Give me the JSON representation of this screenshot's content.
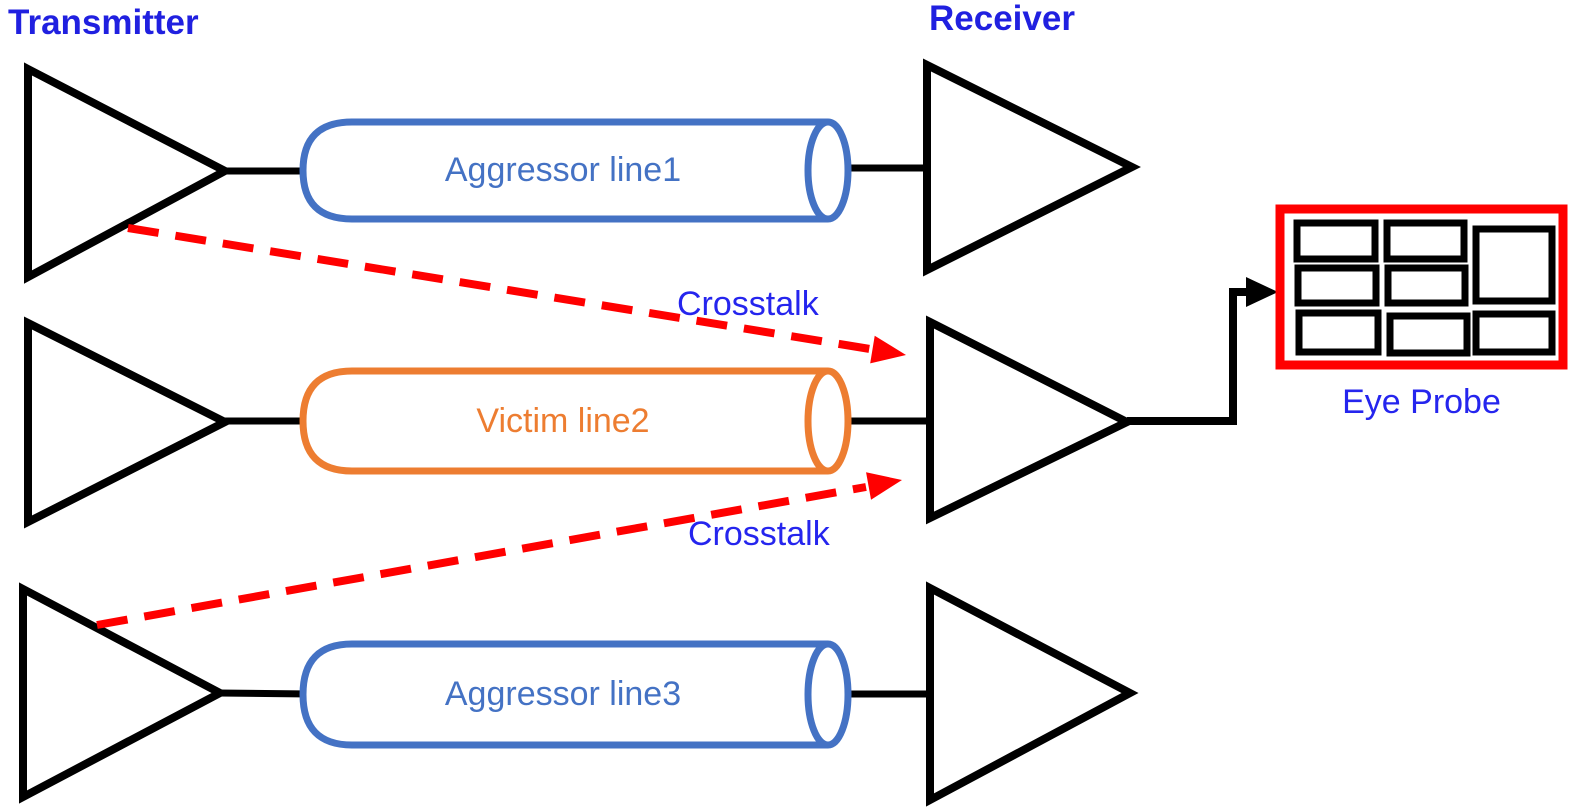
{
  "diagram": {
    "transmitter_label": "Transmitter",
    "receiver_label": "Receiver",
    "crosstalk_top_label": "Crosstalk",
    "crosstalk_bottom_label": "Crosstalk",
    "eye_probe_label": "Eye Probe",
    "lines": [
      {
        "label": "Aggressor line1",
        "role": "aggressor",
        "color": "#4472C4"
      },
      {
        "label": "Victim line2",
        "role": "victim",
        "color": "#ED7D31"
      },
      {
        "label": "Aggressor line3",
        "role": "aggressor",
        "color": "#4472C4"
      }
    ],
    "colors": {
      "aggressor_line": "#4472C4",
      "victim_line": "#ED7D31",
      "crosstalk_arrow": "#FF0000",
      "eye_probe_border": "#FF0000",
      "blue_text": "#2020E0",
      "shape_stroke": "#000000"
    }
  }
}
